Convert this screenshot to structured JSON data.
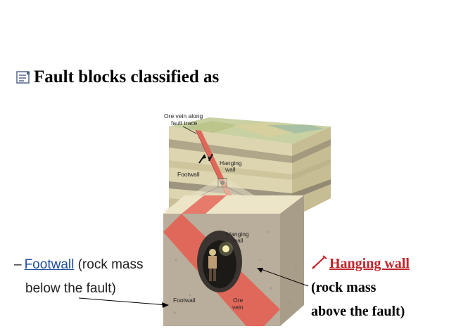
{
  "heading": {
    "text": "Fault blocks classified as",
    "icon": "bullet-icon"
  },
  "diagram": {
    "ore_vein_label_line1": "Ore vein along",
    "ore_vein_label_line2": "fault trace",
    "top_hanging_wall_line1": "Hanging",
    "top_hanging_wall_line2": "wall",
    "top_footwall": "Footwall",
    "inset_hanging_wall_line1": "Hanging",
    "inset_hanging_wall_line2": "wall",
    "inset_footwall": "Footwall",
    "inset_ore_line1": "Ore",
    "inset_ore_line2": "vein"
  },
  "left_label": {
    "dash": "–",
    "link": "Footwall",
    "rest_line1": " (rock mass",
    "line2": "below the fault)"
  },
  "right_label": {
    "icon": "pencil-icon",
    "link": "Hanging wall",
    "line2": "(rock mass",
    "line3": "above the fault)"
  },
  "colors": {
    "ore_vein": "#e0685a",
    "link_blue": "#1f4e9e",
    "link_red": "#c0262d",
    "block_stone": "#b7aa98"
  }
}
